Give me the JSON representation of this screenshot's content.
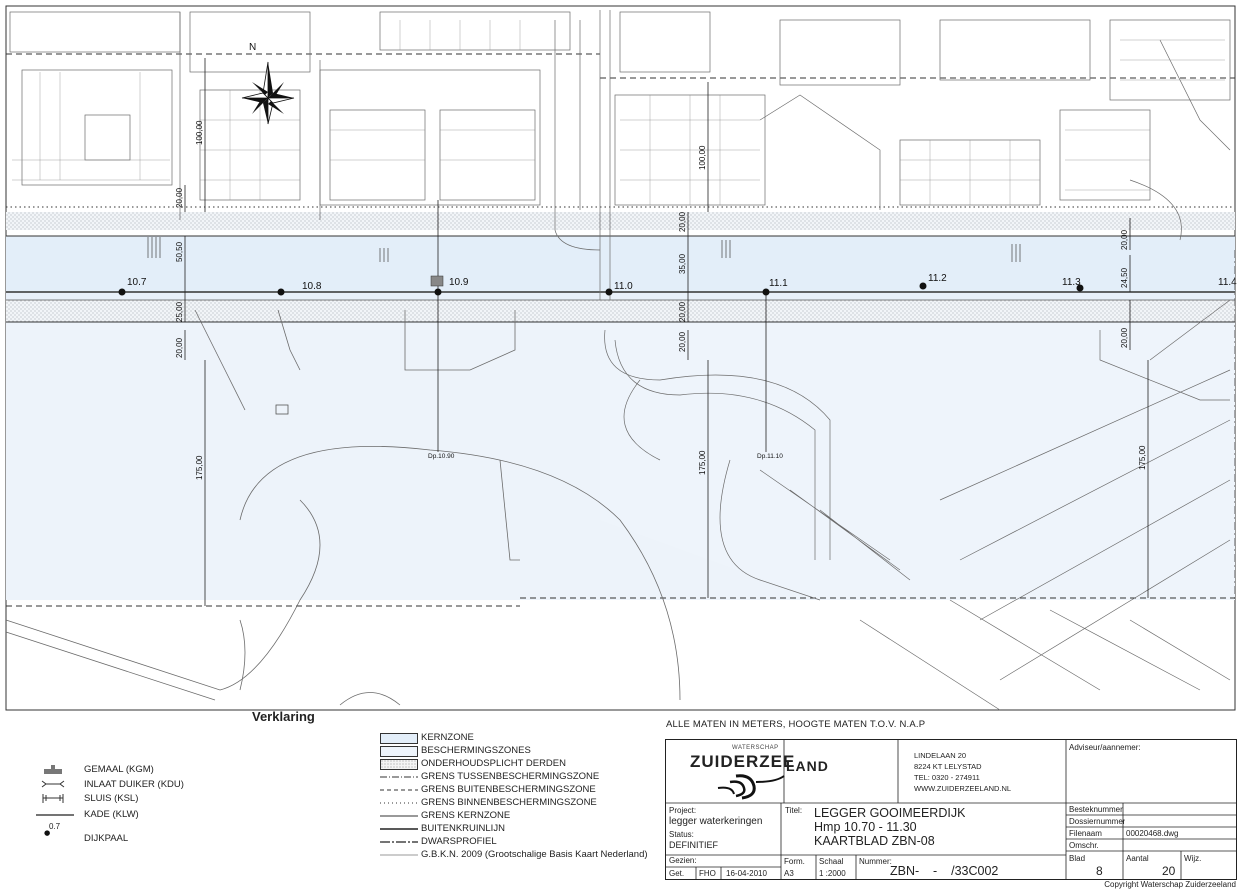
{
  "map": {
    "kilometer_labels": [
      "10.7",
      "10.8",
      "10.9",
      "11.0",
      "11.1",
      "11.2",
      "11.3",
      "11.4"
    ],
    "dimension_labels": {
      "d100_left": "100,00",
      "d100_mid": "100,00",
      "d20_a": "20,00",
      "d20_b": "20,00",
      "d20_c": "20,00",
      "d20_d": "20,00",
      "d20_e": "20,00",
      "d20_f": "20,00",
      "d20_g": "20,00",
      "d5050": "50,50",
      "d25": "25,00",
      "d35": "35,00",
      "d2450": "24,50",
      "d175_left": "175,00",
      "d175_mid": "175,00",
      "d175_right": "175,00"
    },
    "profile_labels": [
      "Dp.10.90",
      "Dp.11.10"
    ],
    "north_label": "N",
    "colors": {
      "kernzone": "#e3eef9",
      "bescherming": "#eef4fb",
      "line": "#444444",
      "road": "#6b6b6b"
    }
  },
  "legend": {
    "title": "Verklaring",
    "left_items": [
      {
        "icon": "gemaal-icon",
        "label": "GEMAAL (KGM)"
      },
      {
        "icon": "inlaat-duiker-icon",
        "label": "INLAAT DUIKER (KDU)"
      },
      {
        "icon": "sluis-icon",
        "label": "SLUIS (KSL)"
      },
      {
        "icon": "kade-icon",
        "label": "KADE (KLW)"
      },
      {
        "icon": "dijkpaal-icon",
        "label": "DIJKPAAL",
        "marker": "0.7"
      }
    ],
    "right_items": [
      {
        "style": "kernzone",
        "label": "KERNZONE"
      },
      {
        "style": "bescherming",
        "label": "BESCHERMINGSZONES"
      },
      {
        "style": "onderhoud",
        "label": "ONDERHOUDSPLICHT DERDEN"
      },
      {
        "style": "dashdot",
        "label": "GRENS TUSSENBESCHERMINGSZONE"
      },
      {
        "style": "dashed",
        "label": "GRENS BUITENBESCHERMINGSZONE"
      },
      {
        "style": "dotted",
        "label": "GRENS BINNENBESCHERMINGSZONE"
      },
      {
        "style": "solid",
        "label": "GRENS KERNZONE"
      },
      {
        "style": "solidthick",
        "label": "BUITENKRUINLIJN"
      },
      {
        "style": "dwars",
        "label": "DWARSPROFIEL"
      },
      {
        "style": "thin",
        "label": "G.B.K.N. 2009 (Grootschalige Basis Kaart Nederland)"
      }
    ]
  },
  "note": "ALLE MATEN IN METERS, HOOGTE MATEN T.O.V. N.A.P",
  "title_block": {
    "logo_top": "WATERSCHAP",
    "logo_left": "ZUIDERZEE",
    "logo_right": "LAND",
    "address": [
      "LINDELAAN 20",
      "8224 KT LELYSTAD",
      "TEL: 0320 - 274911",
      "WWW.ZUIDERZEELAND.NL"
    ],
    "adviseur_label": "Adviseur/aannemer:",
    "project_label": "Project:",
    "project_value": "legger waterkeringen",
    "status_label": "Status:",
    "status_value": "DEFINITIEF",
    "titel_label": "Titel:",
    "titel_lines": [
      "LEGGER GOOIMEERDIJK",
      "Hmp 10.70 - 11.30",
      "KAARTBLAD ZBN-08"
    ],
    "besteknummer": "Besteknummer",
    "dossiernummer": "Dossiernummer",
    "filenaam_label": "Filenaam",
    "filenaam_value": "00020468.dwg",
    "omschr": "Omschr.",
    "gezien_label": "Gezien:",
    "get_label": "Get.",
    "get_value": "FHO",
    "date": "16-04-2010",
    "form_label": "Form.",
    "form_value": "A3",
    "schaal_label": "Schaal",
    "schaal_value": "1 :2000",
    "nummer_label": "Nummer:",
    "nummer_value": "ZBN-    -    /33C002",
    "blad_label": "Blad",
    "blad_value": "8",
    "aantal_label": "Aantal",
    "aantal_value": "20",
    "wijz_label": "Wijz."
  },
  "copyright": "Copyright  Waterschap  Zuiderzeeland"
}
